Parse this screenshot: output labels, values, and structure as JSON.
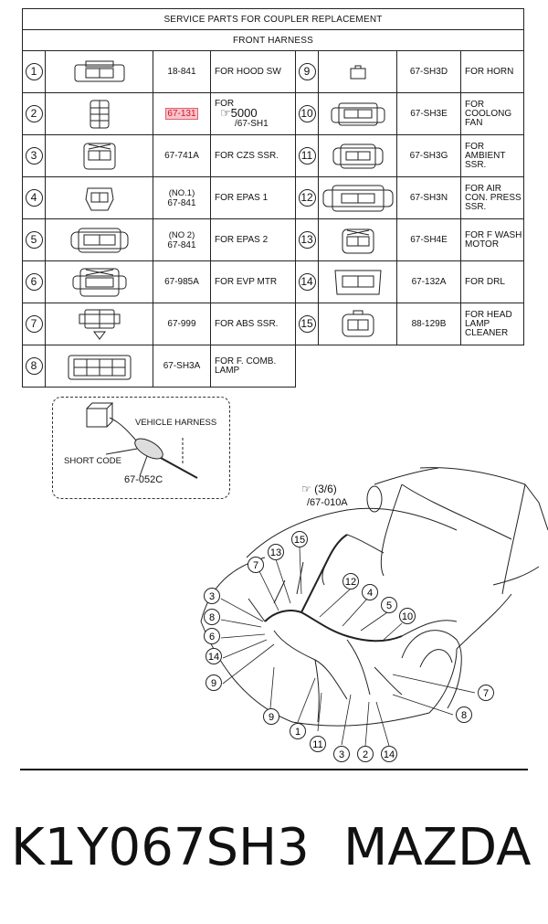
{
  "table": {
    "title": "SERVICE PARTS FOR COUPLER REPLACEMENT",
    "subtitle": "FRONT HARNESS",
    "rows": [
      {
        "left": {
          "num": "1",
          "part": "18-841",
          "desc": "FOR HOOD SW"
        },
        "right": {
          "num": "9",
          "part": "67-SH3D",
          "desc": "FOR HORN"
        }
      },
      {
        "left": {
          "num": "2",
          "part": "67-131",
          "desc_line1": "FOR",
          "ref_sym": "☞",
          "ref_num": "5000",
          "desc_line3": "/67-SH1"
        },
        "right": {
          "num": "10",
          "part": "67-SH3E",
          "desc": "FOR COOLONG FAN"
        }
      },
      {
        "left": {
          "num": "3",
          "part": "67-741A",
          "desc": "FOR CZS SSR."
        },
        "right": {
          "num": "11",
          "part": "67-SH3G",
          "desc": "FOR AMBIENT SSR."
        }
      },
      {
        "left": {
          "num": "4",
          "part_note": "(NO.1)",
          "part": "67-841",
          "desc": "FOR EPAS 1"
        },
        "right": {
          "num": "12",
          "part": "67-SH3N",
          "desc": "FOR AIR CON. PRESS SSR."
        }
      },
      {
        "left": {
          "num": "5",
          "part_note": "(NO 2)",
          "part": "67-841",
          "desc": "FOR EPAS 2"
        },
        "right": {
          "num": "13",
          "part": "67-SH4E",
          "desc": "FOR F WASH MOTOR"
        }
      },
      {
        "left": {
          "num": "6",
          "part": "67-985A",
          "desc": "FOR EVP MTR"
        },
        "right": {
          "num": "14",
          "part": "67-132A",
          "desc": "FOR DRL"
        }
      },
      {
        "left": {
          "num": "7",
          "part": "67-999",
          "desc": "FOR ABS SSR."
        },
        "right": {
          "num": "15",
          "part": "88-129B",
          "desc": "FOR HEAD LAMP CLEANER"
        }
      },
      {
        "left": {
          "num": "8",
          "part": "67-SH3A",
          "desc": "FOR F. COMB. LAMP"
        }
      }
    ]
  },
  "short_code": {
    "vehicle_harness": "VEHICLE HARNESS",
    "short_code_label": "SHORT CODE",
    "part": "67-052C"
  },
  "diagram": {
    "ref_sym": "☞",
    "ref_page": "(3/6)",
    "ref_code": "/67-010A",
    "callouts": [
      "15",
      "13",
      "7",
      "12",
      "4",
      "5",
      "10",
      "3",
      "8",
      "6",
      "14",
      "9",
      "9",
      "1",
      "11",
      "3",
      "2",
      "14",
      "7",
      "8"
    ]
  },
  "footer": {
    "code": "K1Y067SH3",
    "brand": "MAZDA"
  }
}
